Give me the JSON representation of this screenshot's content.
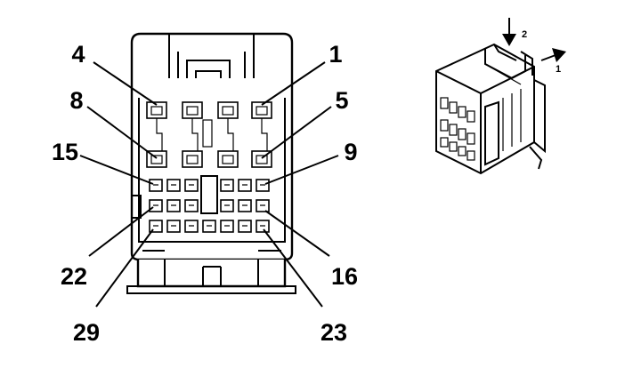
{
  "pin_labels": {
    "p1": "1",
    "p4": "4",
    "p5": "5",
    "p8": "8",
    "p9": "9",
    "p15": "15",
    "p16": "16",
    "p22": "22",
    "p23": "23",
    "p29": "29"
  },
  "arrows": {
    "arrow_1": "1",
    "arrow_2": "2"
  }
}
